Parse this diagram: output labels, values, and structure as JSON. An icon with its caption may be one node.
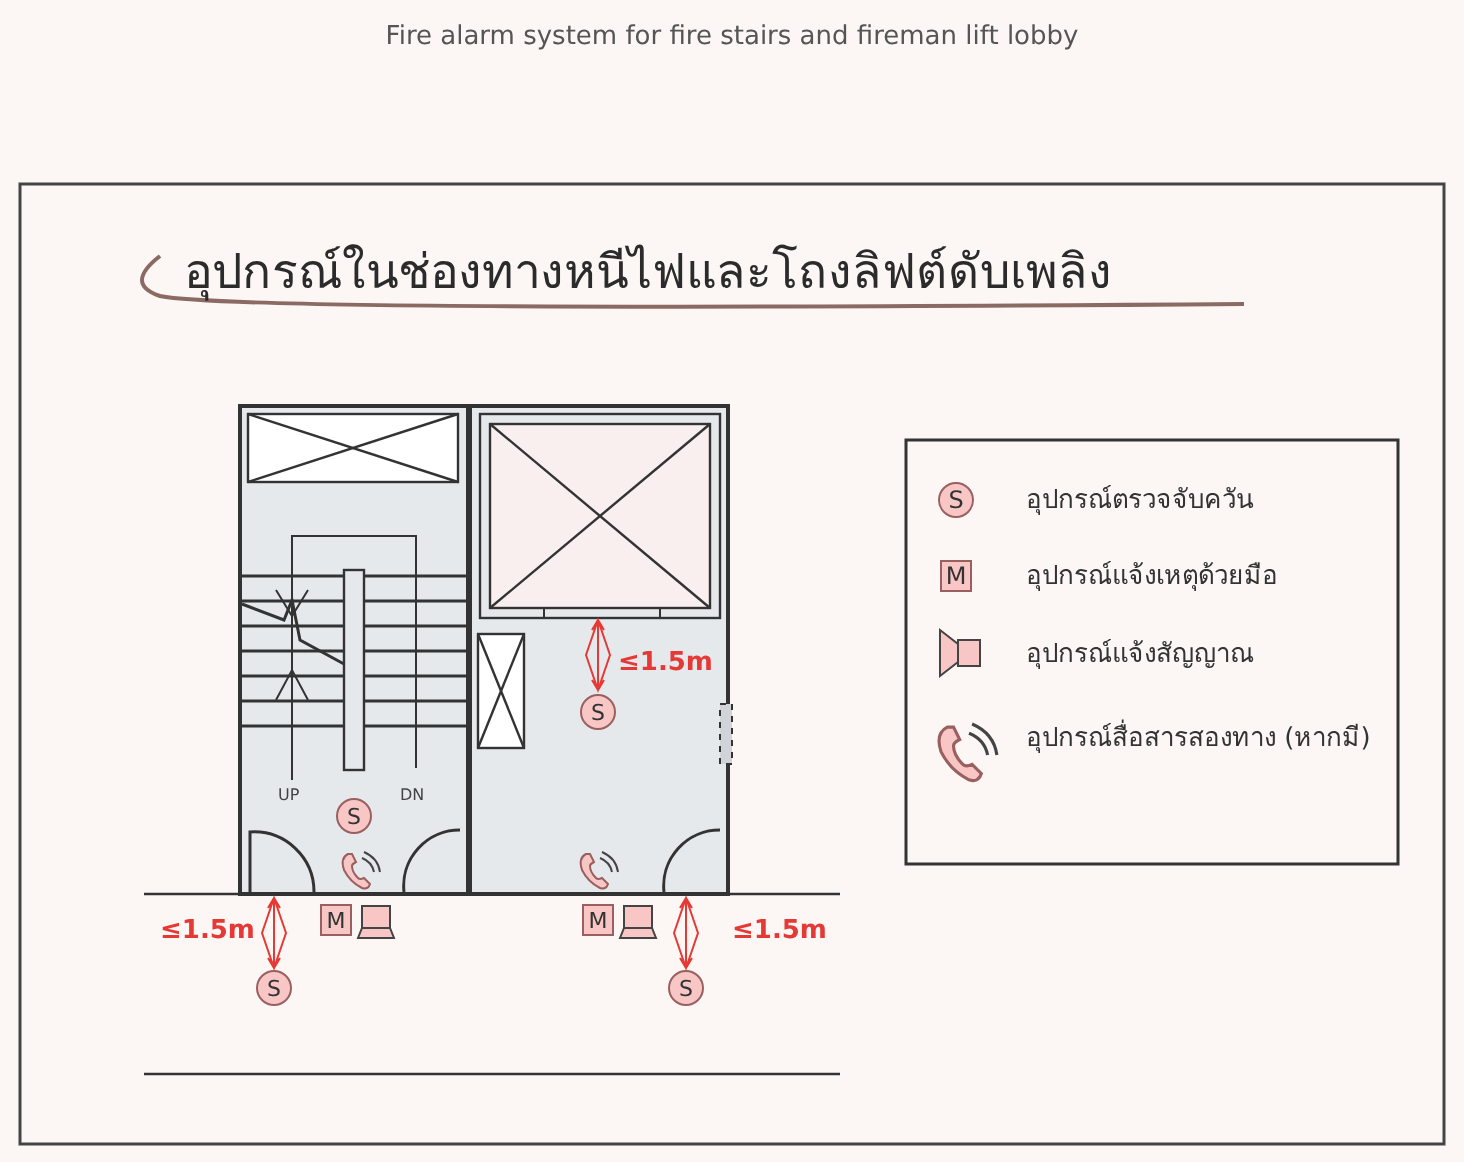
{
  "diagram": {
    "title": "Fire alarm system for fire stairs and fireman lift lobby",
    "nodes": [
      {
        "text": [
          "S"
        ]
      },
      {
        "text": [
          "S"
        ]
      },
      {
        "text": [
          "M"
        ]
      },
      {
        "text": [
          "M"
        ]
      },
      {
        "text": [
          "S"
        ]
      },
      {
        "text": [
          "S"
        ]
      }
    ],
    "labels": [
      "อุปกรณ์ในช่องทางหนีไฟและโถงลิฟต์ดับเพลิง",
      "≤1.5m",
      "UP",
      "DN",
      "≤1.5m",
      "≤1.5m",
      "S",
      "M"
    ],
    "legend": [
      {
        "text": "อุปกรณ์ตรวจจับควัน"
      },
      {
        "text": "อุปกรณ์แจ้งเหตุด้วยมือ"
      },
      {
        "text": "อุปกรณ์แจ้งสัญญาณ"
      },
      {
        "text": "อุปกรณ์สื่อสารสองทาง (หากมี)"
      }
    ]
  }
}
